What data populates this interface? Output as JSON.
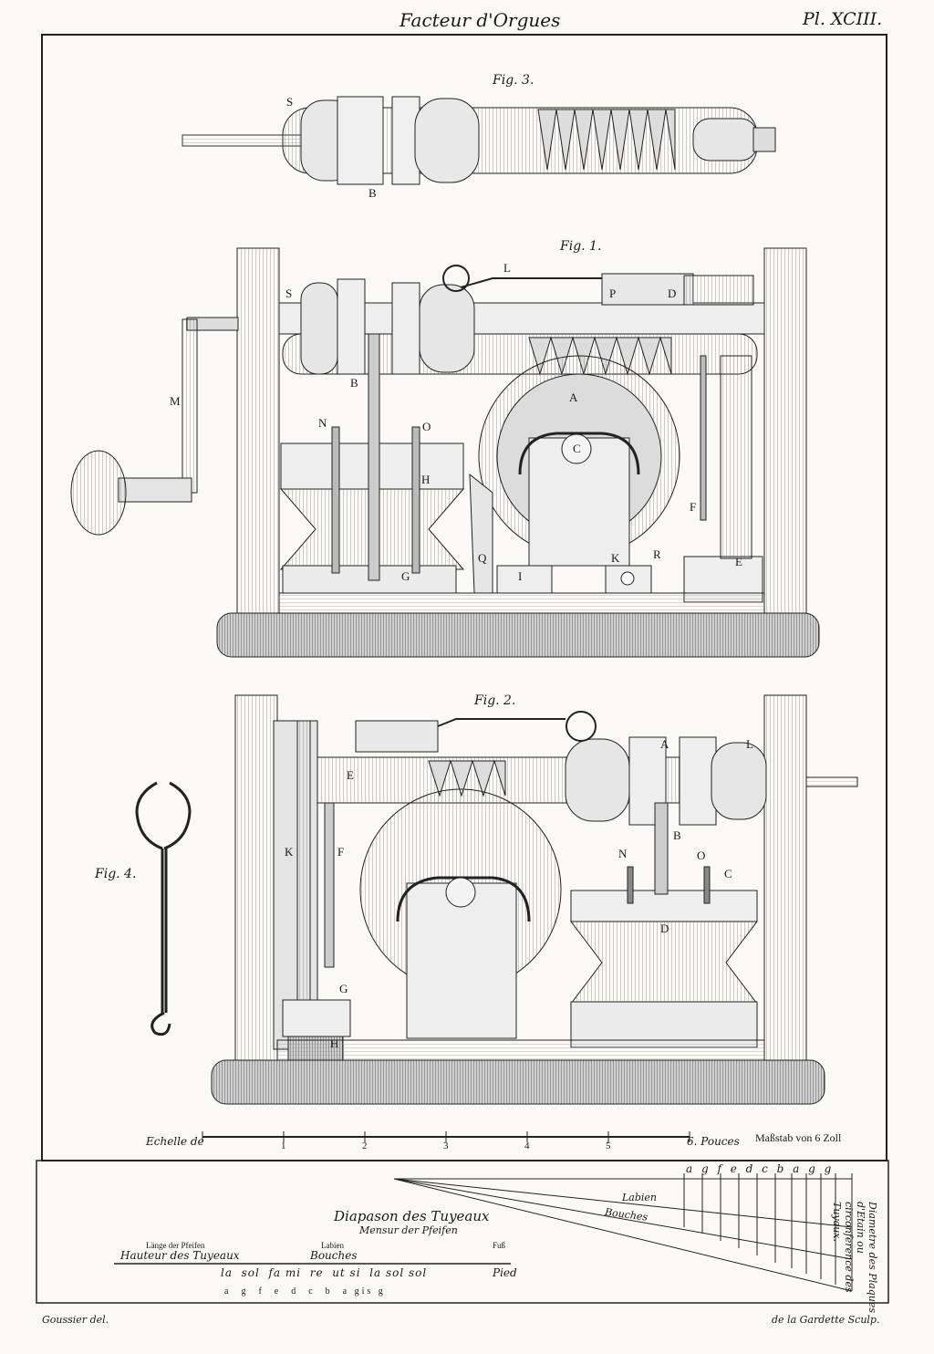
{
  "header": {
    "title": "Facteur d'Orgues",
    "plate": "Pl. XCIII."
  },
  "figures": {
    "fig1": {
      "caption": "Fig. 1.",
      "labels": {
        "S": "S",
        "L": "L",
        "P": "P",
        "D": "D",
        "B": "B",
        "A": "A",
        "M": "M",
        "N": "N",
        "O": "O",
        "C": "C",
        "H": "H",
        "F": "F",
        "Q": "Q",
        "G": "G",
        "I": "I",
        "K": "K",
        "R": "R",
        "E": "E"
      }
    },
    "fig2": {
      "caption": "Fig. 2.",
      "labels": {
        "A": "A",
        "L": "L",
        "E": "E",
        "K": "K",
        "F": "F",
        "B": "B",
        "N": "N",
        "O": "O",
        "C": "C",
        "D": "D",
        "G": "G",
        "H": "H"
      }
    },
    "fig3": {
      "caption": "Fig. 3.",
      "labels": {
        "S": "S",
        "B": "B"
      }
    },
    "fig4": {
      "caption": "Fig. 4."
    }
  },
  "scale": {
    "left_label": "Echelle de",
    "ticks": [
      "1",
      "2",
      "3",
      "4",
      "5",
      "6. Pouces"
    ],
    "right_label": "Maßstab von 6 Zoll"
  },
  "diapason": {
    "title": "Diapason des Tuyeaux",
    "subtitle": "Mensur der Pfeifen",
    "hauteur_de": "Länge der Pfeifen",
    "hauteur": "Hauteur des Tuyeaux",
    "labien_de": "Labien",
    "bouches": "Bouches",
    "fuss": "Fuß",
    "pied": "Pied",
    "notes_fr": "la  sol  fa mi  re  ut si  la sol sol",
    "notes_de": "a  g  f  e  d  c  b  a gis g",
    "fan_letters": "a g f e d c b a g g",
    "fan_labien": "Labien",
    "fan_bouches": "Bouches",
    "vertical_note": "Diametre des Plaques d'Etain ou circonference des Tuyaux."
  },
  "footer": {
    "left": "Goussier del.",
    "right": "de la Gardette Sculp."
  }
}
